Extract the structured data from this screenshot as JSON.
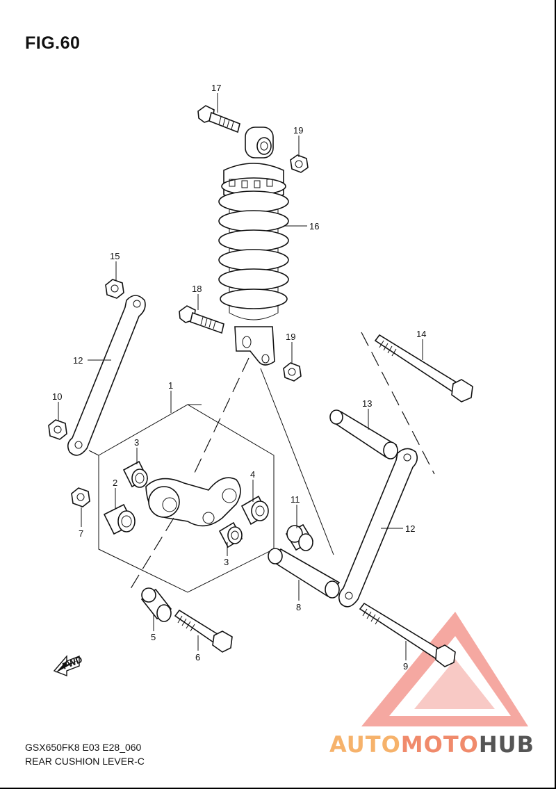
{
  "figure": {
    "title": "FIG.60",
    "code": "GSX650FK8 E03 E28_060",
    "name": "REAR CUSHION LEVER-C",
    "fwd_label": "FWD"
  },
  "parts": [
    {
      "ref": "1"
    },
    {
      "ref": "2"
    },
    {
      "ref": "3"
    },
    {
      "ref": "3"
    },
    {
      "ref": "4"
    },
    {
      "ref": "5"
    },
    {
      "ref": "6"
    },
    {
      "ref": "7"
    },
    {
      "ref": "8"
    },
    {
      "ref": "9"
    },
    {
      "ref": "10"
    },
    {
      "ref": "11"
    },
    {
      "ref": "12"
    },
    {
      "ref": "12"
    },
    {
      "ref": "13"
    },
    {
      "ref": "14"
    },
    {
      "ref": "15"
    },
    {
      "ref": "16"
    },
    {
      "ref": "17"
    },
    {
      "ref": "18"
    },
    {
      "ref": "19"
    },
    {
      "ref": "19"
    }
  ],
  "watermark": {
    "part1": "AUTO",
    "part2": "MOTO",
    "part3": "HUB",
    "colors": {
      "auto": "#f6b26b",
      "moto": "#f08a6b",
      "hub": "#555555",
      "triangle": "#f28b82"
    }
  }
}
